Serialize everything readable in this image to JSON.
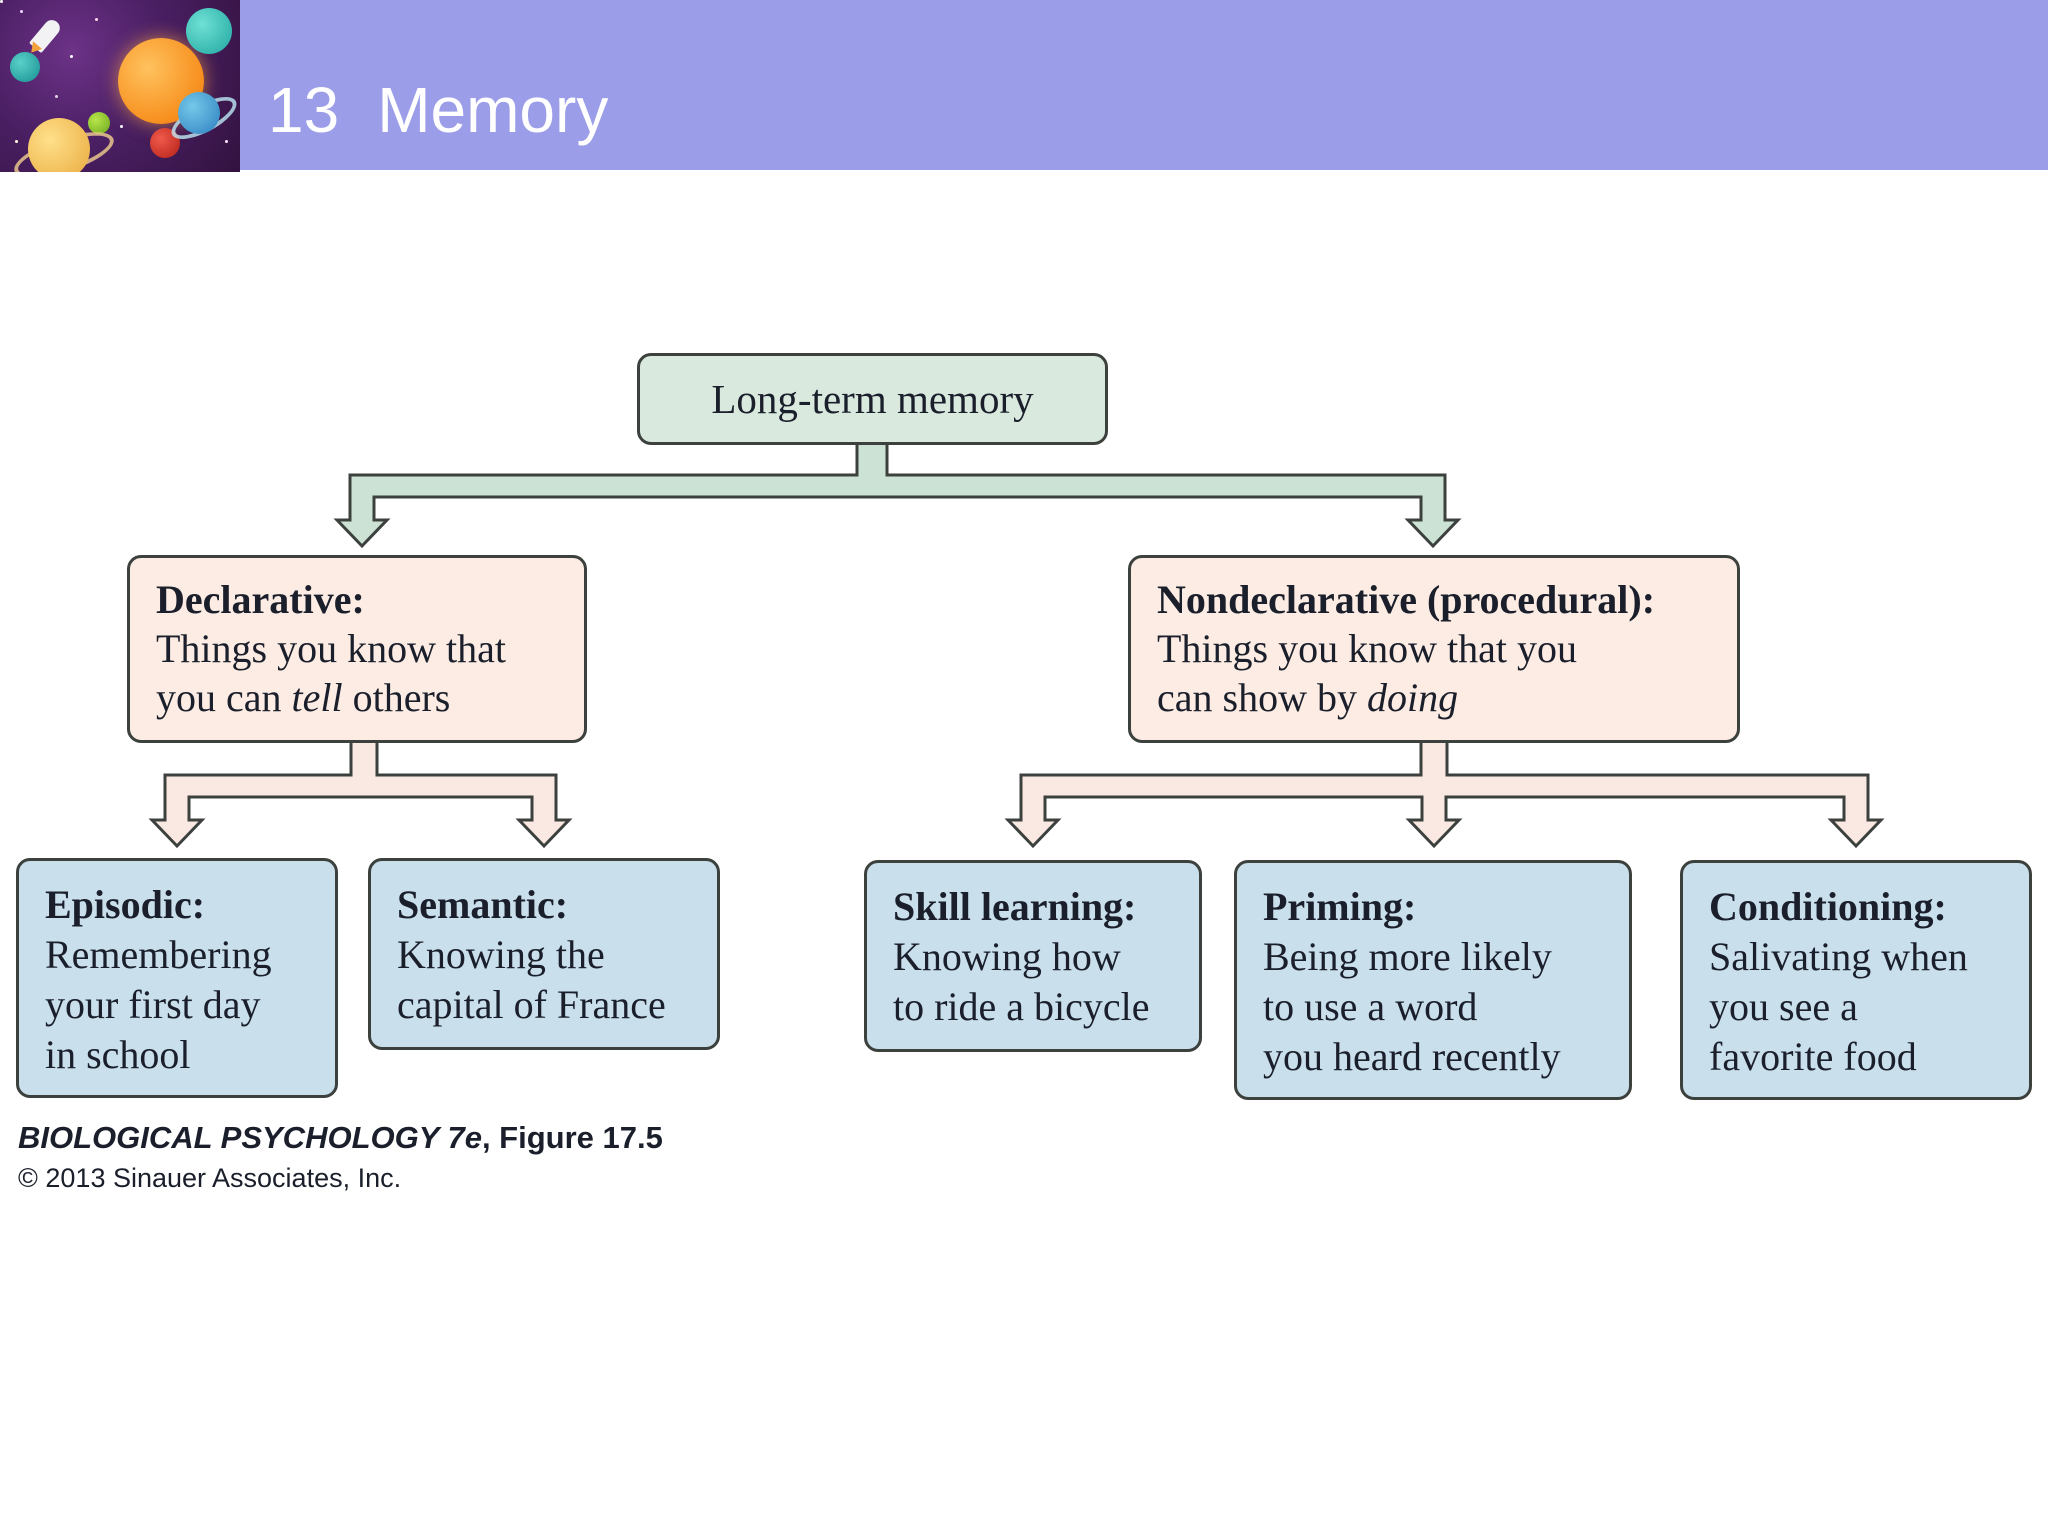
{
  "header": {
    "chapter_number": "13",
    "title": "Memory",
    "art_icon": "solar-system-collage"
  },
  "colors": {
    "header_bar": "#9b9de8",
    "title_text": "#ffffff",
    "box_green": "#d9e9de",
    "box_pink": "#fcece3",
    "box_blue": "#c9dfec",
    "connector_green": "#cbe2d5",
    "connector_pink": "#fae8e2",
    "outline": "#3c413e",
    "text": "#1a1f2b"
  },
  "diagram": {
    "root": {
      "label": "Long-term memory"
    },
    "declarative": {
      "title": "Declarative:",
      "line1": "Things you know that",
      "line2_pre": "you can ",
      "line2_italic": "tell",
      "line2_post": " others"
    },
    "nondeclarative": {
      "title": "Nondeclarative (procedural):",
      "line1": "Things you know that you",
      "line2_pre": "can show by ",
      "line2_italic": "doing",
      "line2_post": ""
    },
    "episodic": {
      "title": "Episodic:",
      "lines": [
        "Remembering",
        "your first day",
        "in school"
      ]
    },
    "semantic": {
      "title": "Semantic:",
      "lines": [
        "Knowing the",
        "capital of France"
      ]
    },
    "skill_learning": {
      "title": "Skill learning:",
      "lines": [
        "Knowing how",
        "to ride a bicycle"
      ]
    },
    "priming": {
      "title": "Priming:",
      "lines": [
        "Being more likely",
        "to use a word",
        "you heard recently"
      ]
    },
    "conditioning": {
      "title": "Conditioning:",
      "lines": [
        "Salivating when",
        "you see a",
        "favorite food"
      ]
    }
  },
  "caption": {
    "book_title": "BIOLOGICAL PSYCHOLOGY 7e",
    "figure_ref": ", Figure 17.5",
    "copyright": "© 2013 Sinauer Associates, Inc."
  }
}
